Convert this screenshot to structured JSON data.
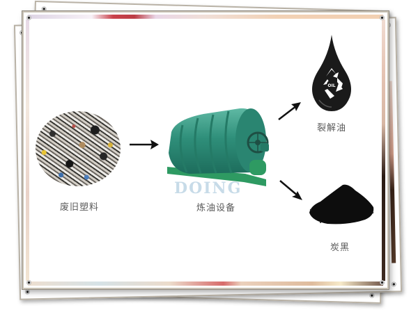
{
  "diagram": {
    "type": "process-flow",
    "title": "",
    "nodes": [
      {
        "id": "waste_plastic",
        "label": "废旧塑料",
        "icon": "shredded-plastic-pile"
      },
      {
        "id": "refining_equipment",
        "label": "炼油设备",
        "icon": "pyrolysis-reactor",
        "watermark": "DOING"
      },
      {
        "id": "cracked_oil",
        "label": "裂解油",
        "icon": "oil-drop-recycle",
        "icon_text": "OIL"
      },
      {
        "id": "carbon_black",
        "label": "炭黑",
        "icon": "carbon-black-pile"
      }
    ],
    "edges": [
      {
        "from": "waste_plastic",
        "to": "refining_equipment"
      },
      {
        "from": "refining_equipment",
        "to": "cracked_oil"
      },
      {
        "from": "refining_equipment",
        "to": "carbon_black"
      }
    ]
  },
  "colors": {
    "machine_green": "#2f8f7a",
    "machine_base": "#2e9a62",
    "oil_black": "#1a1a1a",
    "label_gray": "#5a5a5a",
    "frame_border": "#b9b2a6",
    "watermark": "#c7dbe8"
  }
}
